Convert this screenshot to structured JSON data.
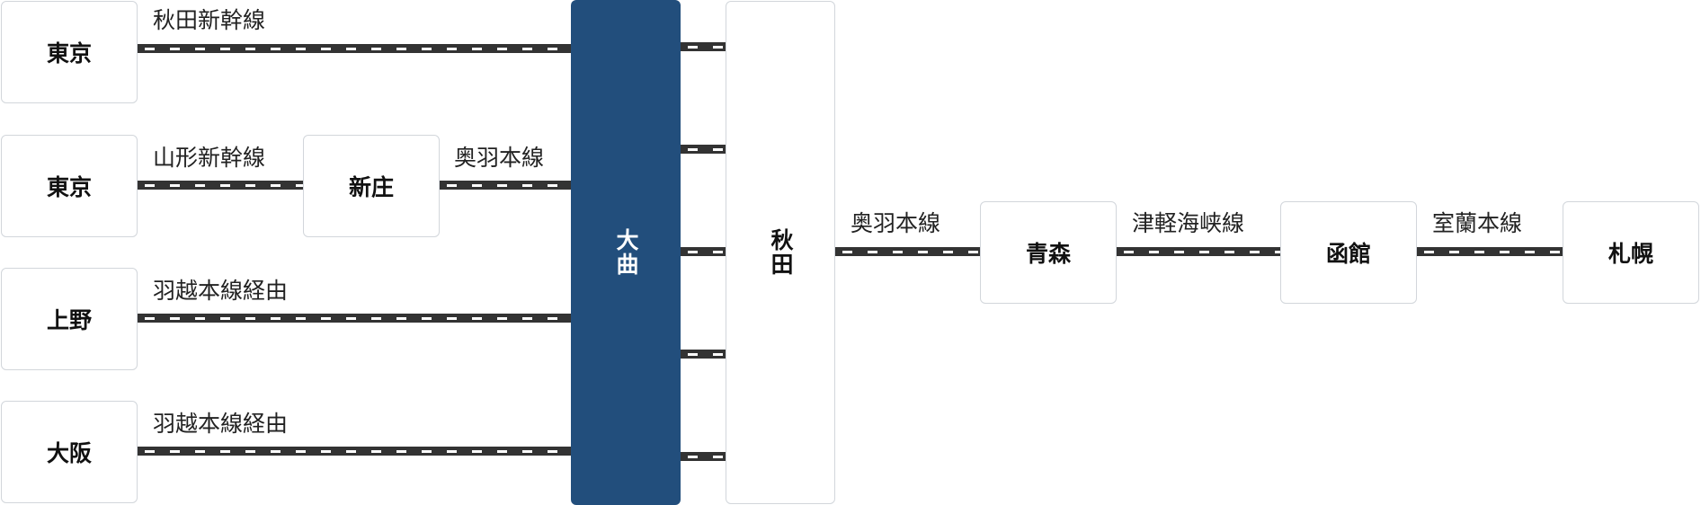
{
  "origins": [
    {
      "station": "東京",
      "line": "秋田新幹線"
    },
    {
      "station": "東京",
      "line": "山形新幹線",
      "via_station": "新庄",
      "via_line": "奥羽本線"
    },
    {
      "station": "上野",
      "line": "羽越本線経由"
    },
    {
      "station": "大阪",
      "line": "羽越本線経由"
    }
  ],
  "hub_daikyoku": "大曲",
  "hub_akita": "秋田",
  "route": {
    "line1": "奥羽本線",
    "station1": "青森",
    "line2": "津軽海峡線",
    "station2": "函館",
    "line3": "室蘭本線",
    "station3": "札幌"
  },
  "colors": {
    "hub": "#224e7c",
    "track": "#333333",
    "node_border": "#d2d6db"
  }
}
